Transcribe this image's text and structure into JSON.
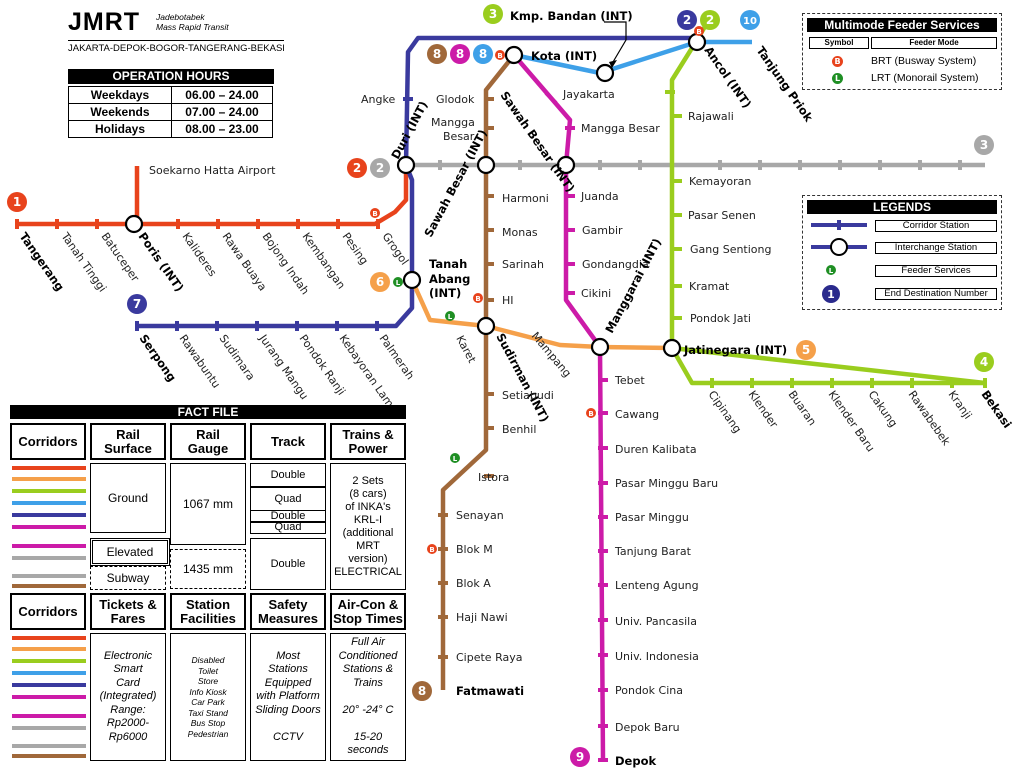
{
  "brand": {
    "logo": "JMRT",
    "sub1": "Jadebotabek",
    "sub2": "Mass Rapid Transit",
    "route": "JAKARTA-DEPOK-BOGOR-TANGERANG-BEKASI"
  },
  "operation_hours": {
    "title": "OPERATION HOURS",
    "rows": [
      {
        "day": "Weekdays",
        "hours": "06.00 – 24.00"
      },
      {
        "day": "Weekends",
        "hours": "07.00 – 24.00"
      },
      {
        "day": "Holidays",
        "hours": "08.00 – 23.00"
      }
    ]
  },
  "feeder": {
    "title": "Multimode Feeder Services",
    "col1": "Symbol",
    "col2": "Feeder Mode",
    "items": [
      {
        "symbol": "B",
        "label": "BRT (Busway System)",
        "color": "#e8431c"
      },
      {
        "symbol": "L",
        "label": "LRT (Monorail System)",
        "color": "#1f8f24"
      }
    ]
  },
  "legends": {
    "title": "LEGENDS",
    "items": [
      "Corridor Station",
      "Interchange Station",
      "Feeder Services",
      "End Destination Number"
    ]
  },
  "colors": {
    "red": "#e8431c",
    "orange": "#f5a04a",
    "lime": "#9acd1e",
    "skyblue": "#3ea0e8",
    "navy": "#3a3a9e",
    "magenta": "#cc1ba8",
    "gray": "#a8a8a8",
    "brown": "#a0683a",
    "brt": "#e8431c",
    "lrt": "#1f8f24"
  },
  "end_numbers": [
    {
      "n": "1",
      "color": "#e8431c"
    },
    {
      "n": "2",
      "color": "#e8431c"
    },
    {
      "n": "2",
      "color": "#a8a8a8"
    },
    {
      "n": "3",
      "color": "#a8a8a8"
    },
    {
      "n": "3",
      "color": "#9acd1e"
    },
    {
      "n": "4",
      "color": "#9acd1e"
    },
    {
      "n": "5",
      "color": "#f5a04a"
    },
    {
      "n": "6",
      "color": "#f5a04a"
    },
    {
      "n": "7",
      "color": "#3a3a9e"
    },
    {
      "n": "8",
      "color": "#a0683a"
    },
    {
      "n": "8",
      "color": "#cc1ba8"
    },
    {
      "n": "8",
      "color": "#3ea0e8"
    },
    {
      "n": "2",
      "color": "#3a3a9e"
    },
    {
      "n": "2",
      "color": "#9acd1e"
    },
    {
      "n": "10",
      "color": "#3ea0e8"
    },
    {
      "n": "8",
      "color": "#a0683a"
    },
    {
      "n": "9",
      "color": "#cc1ba8"
    }
  ],
  "stations": {
    "kmp_bandan": "Kmp. Bandan (INT)",
    "kota": "Kota (INT)",
    "jayakarta": "Jayakarta",
    "mangga_besar_m": "Mangga Besar",
    "ancol": "Ancol (INT)",
    "tanjung_priok": "Tanjung Priok",
    "rajawali": "Rajawali",
    "angke": "Angke",
    "glodok": "Glodok",
    "mangga_besar_b1": "Mangga",
    "mangga_besar_b2": "Besar",
    "duri": "Duri (INT)",
    "sawah_besar_m": "Sawah Besar (INT)",
    "sawah_besar_b": "Sawah Besar (INT)",
    "soekarno": "Soekarno Hatta Airport",
    "kemayoran": "Kemayoran",
    "pasar_senen": "Pasar Senen",
    "gang_sentiong": "Gang Sentiong",
    "kramat": "Kramat",
    "pondok_jati": "Pondok Jati",
    "jatinegara": "Jatinegara (INT)",
    "harmoni": "Harmoni",
    "monas": "Monas",
    "sarinah": "Sarinah",
    "hi": "HI",
    "juanda": "Juanda",
    "gambir": "Gambir",
    "gondangdia": "Gondangdia",
    "cikini": "Cikini",
    "tanah_abang1": "Tanah",
    "tanah_abang2": "Abang",
    "tanah_abang3": "(INT)",
    "manggarai": "Manggarai (INT)",
    "sudirman": "Sudirman (INT)",
    "karet": "Karet",
    "mampang": "Mampang",
    "setiabudi": "Setiabudi",
    "benhil": "Benhil",
    "istora": "Istora",
    "senayan": "Senayan",
    "blok_m": "Blok M",
    "blok_a": "Blok A",
    "haji_nawi": "Haji Nawi",
    "cipete_raya": "Cipete Raya",
    "fatmawati": "Fatmawati",
    "tebet": "Tebet",
    "cawang": "Cawang",
    "duren_kalibata": "Duren Kalibata",
    "pasar_minggu_baru": "Pasar Minggu Baru",
    "pasar_minggu": "Pasar Minggu",
    "tanjung_barat": "Tanjung Barat",
    "lenteng_agung": "Lenteng Agung",
    "univ_pancasila": "Univ. Pancasila",
    "univ_indonesia": "Univ. Indonesia",
    "pondok_cina": "Pondok Cina",
    "depok_baru": "Depok Baru",
    "depok": "Depok",
    "red_line": [
      "Tangerang",
      "Tanah Tinggi",
      "Batuceper",
      "Poris (INT)",
      "Kalideres",
      "Rawa Buaya",
      "Bojong Indah",
      "Kembangan",
      "Pesing",
      "Grogol"
    ],
    "navy_line": [
      "Serpong",
      "Rawabuntu",
      "Sudimara",
      "Jurang Mangu",
      "Pondok Ranji",
      "Kebayoran Lama",
      "Palmerah"
    ],
    "lime_line": [
      "Cipinang",
      "Klender",
      "Buaran",
      "Klender Baru",
      "Cakung",
      "Rawabebek",
      "Kranji",
      "Bekasi"
    ]
  },
  "fact_file": {
    "title": "FACT FILE",
    "headers1": [
      "Corridors",
      "Rail Surface",
      "Rail Gauge",
      "Track",
      "Trains & Power"
    ],
    "surface": [
      "Ground",
      "Elevated",
      "Subway"
    ],
    "gauge": [
      "1067 mm",
      "1435 mm"
    ],
    "track": [
      "Double",
      "Quad",
      "Double",
      "Quad",
      "Double"
    ],
    "trains": [
      "2 Sets",
      "(8 cars)",
      "of INKA's",
      "KRL-I",
      "(additional",
      "MRT",
      "version)",
      "ELECTRICAL"
    ],
    "headers2": [
      "Corridors",
      "Tickets & Fares",
      "Station Facilities",
      "Safety Measures",
      "Air-Con & Stop Times"
    ],
    "tickets": [
      "Electronic",
      "Smart",
      "Card",
      "(Integrated)",
      "Range:",
      "Rp2000-",
      "Rp6000"
    ],
    "facilities": [
      "Disabled",
      "Toilet",
      "Store",
      "Info Kiosk",
      "Car Park",
      "Taxi Stand",
      "Bus Stop",
      "Pedestrian"
    ],
    "safety": [
      "Most",
      "Stations",
      "Equipped",
      "with Platform",
      "Sliding Doors",
      "",
      "CCTV"
    ],
    "aircon": [
      "Full Air",
      "Conditioned",
      "Stations &",
      "Trains",
      "",
      "20° -24° C",
      "",
      "15-20",
      "seconds"
    ],
    "swatches1": [
      "#e8431c",
      "#f5a04a",
      "#9acd1e",
      "#3ea0e8",
      "#3a3a9e",
      "#cc1ba8",
      "#cc1ba8",
      "#a8a8a8",
      "#a8a8a8",
      "#a0683a"
    ],
    "swatches2": [
      "#e8431c",
      "#f5a04a",
      "#9acd1e",
      "#3ea0e8",
      "#3a3a9e",
      "#cc1ba8",
      "#cc1ba8",
      "#a8a8a8",
      "#a8a8a8",
      "#a0683a"
    ]
  }
}
